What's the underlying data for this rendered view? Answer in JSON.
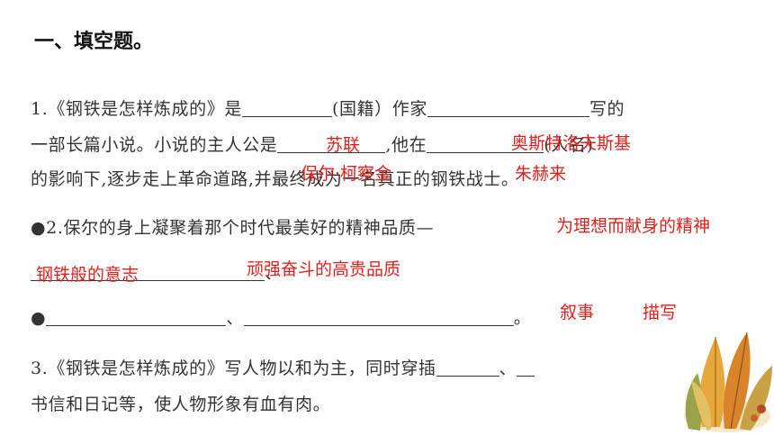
{
  "heading": "一、填空题。",
  "q1": {
    "line1_a": "1.《钢铁是怎样炼成的》是",
    "line1_b": "(国籍）作家",
    "line1_c": "写的",
    "line2_a": "一部长篇小说。小说的主人公是",
    "line2_b": ",他在",
    "line2_c": "(人名)",
    "line3": "的影响下,逐步走上革命道路,并最终成为一名真正的钢铁战士。"
  },
  "q2": {
    "line1": "●2.保尔的身上凝聚着那个时代最美好的精神品质—",
    "line2_end": "、",
    "line3_sep": "、",
    "line3_end": "。"
  },
  "q3": {
    "line1_a": "3.《钢铁是怎样炼成的》写人物以和为主，同时穿插",
    "line1_b": "、",
    "line2": "书信和日记等，使人物形象有血有肉。"
  },
  "answers": {
    "nationality": "苏联",
    "author": "奥斯特洛夫斯基",
    "protagonist": "保尔·柯察金",
    "mentor": "朱赫来",
    "quality1": "为理想而献身的精神",
    "quality2": "钢铁般的意志",
    "quality3": "顽强奋斗的高贵品质",
    "technique1": "叙事",
    "technique2": "描写"
  },
  "colors": {
    "answer": "#e0201c",
    "text": "#333333"
  },
  "decoration_icon": "autumn-leaves-icon"
}
